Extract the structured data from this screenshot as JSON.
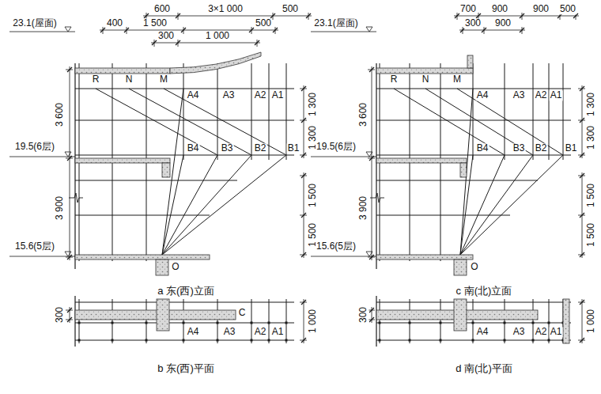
{
  "diagram": {
    "labels": [
      "600",
      "3×1 000",
      "500",
      "400",
      "1 500",
      "500",
      "23.1(屋面)",
      "300",
      "1 000",
      "R",
      "N",
      "M",
      "A4",
      "A3",
      "A2",
      "A1",
      "3 600",
      "1 300",
      "19.5(6层)",
      "B4",
      "B3",
      "B2",
      "B1",
      "1 300",
      "1 500",
      "3 900",
      "1 500",
      "15.6(5层)",
      "O",
      "a 东(西)立面",
      "300",
      "C",
      "1 000",
      "A4",
      "A3",
      "A2",
      "A1",
      "b 东(西)平面",
      "700",
      "900",
      "900",
      "500",
      "23.1(屋面)",
      "300",
      "900",
      "R",
      "N",
      "M",
      "A4",
      "A3",
      "A2",
      "A1",
      "3 600",
      "1 300",
      "19.5(6层)",
      "B4",
      "B3",
      "B2",
      "B1",
      "1 300",
      "1 500",
      "3 900",
      "1 500",
      "15.6(5层)",
      "O",
      "c 南(北)立面",
      "300",
      "1 000",
      "A4",
      "A3",
      "A2",
      "A1",
      "d 南(北)平面"
    ]
  }
}
